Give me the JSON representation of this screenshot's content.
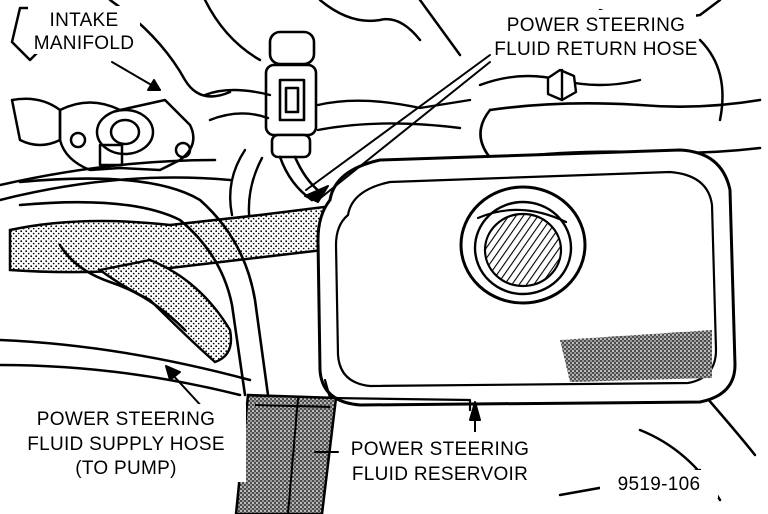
{
  "labels": {
    "intake_manifold_line1": "INTAKE",
    "intake_manifold_line2": "MANIFOLD",
    "return_hose_line1": "POWER STEERING",
    "return_hose_line2": "FLUID RETURN HOSE",
    "supply_hose_line1": "POWER STEERING",
    "supply_hose_line2": "FLUID SUPPLY HOSE",
    "supply_hose_line3": "(TO PUMP)",
    "reservoir_line1": "POWER STEERING",
    "reservoir_line2": "FLUID RESERVOIR",
    "figure_number": "9519-106"
  },
  "colors": {
    "ink": "#000000",
    "paper": "#ffffff"
  }
}
